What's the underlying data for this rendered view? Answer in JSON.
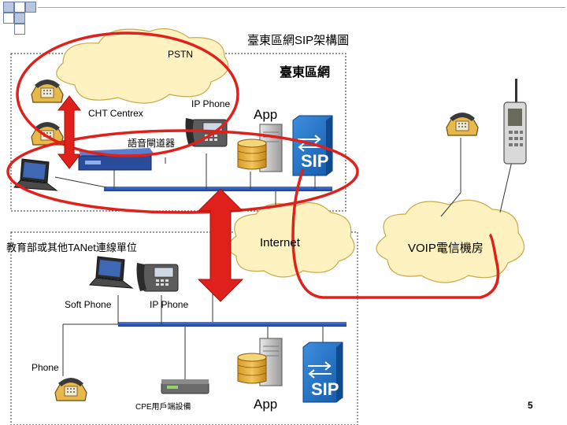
{
  "title": "臺東區網SIP架構圖",
  "page_number": "5",
  "colors": {
    "accent_red": "#e0201a",
    "cloud_fill": "#fdf2c0",
    "network_bar": "#2f5fc4",
    "deco_square_blue": "#b9c6df"
  },
  "regions": {
    "pstn": "PSTN",
    "taitung": "臺東區網",
    "internet": "Internet",
    "voip": "VOIP電信機房",
    "tanet_unit": "教育部或其他TANet連線單位"
  },
  "labels": {
    "cht_centrex": "CHT Centrex",
    "ip_phone_top": "IP Phone",
    "app_top": "App",
    "voice_gateway": "語音閘道器",
    "soft_phone": "Soft Phone",
    "ip_phone_bottom": "IP Phone",
    "phone_bottom": "Phone",
    "cpe": "CPE用戶端設備",
    "app_bottom": "App"
  },
  "icons": {
    "sip_top": "SIP",
    "sip_bottom": "SIP"
  }
}
